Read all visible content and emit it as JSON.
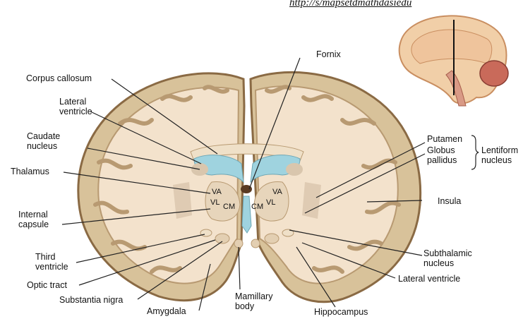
{
  "source_url": "http://s/mapsetdmathdasiedu",
  "labels": {
    "fornix": "Fornix",
    "corpus_callosum": "Corpus callosum",
    "lateral_ventricle_left": "Lateral\nventricle",
    "caudate_nucleus": "Caudate\nnucleus",
    "thalamus": "Thalamus",
    "internal_capsule": "Internal\ncapsule",
    "third_ventricle": "Third\nventricle",
    "optic_tract": "Optic tract",
    "substantia_nigra": "Substantia nigra",
    "amygdala": "Amygdala",
    "mamillary_body": "Mamillary\nbody",
    "hippocampus": "Hippocampus",
    "lateral_ventricle_right": "Lateral ventricle",
    "subthalamic_nucleus": "Subthalamic\nnucleus",
    "insula": "Insula",
    "putamen": "Putamen",
    "globus_pallidus": "Globus\npallidus",
    "lentiform_nucleus": "Lentiform\nnucleus",
    "va_left": "VA",
    "vl_left": "VL",
    "cm_left": "CM",
    "va_right": "VA",
    "vl_right": "VL",
    "cm_right": "CM"
  },
  "colors": {
    "cortex_fill": "#d8c29a",
    "white_matter": "#f3e2cc",
    "outline": "#8a6a44",
    "ventricle": "#9fd3df",
    "nuclei": "#d9c6ad",
    "leader_line": "#222222"
  }
}
